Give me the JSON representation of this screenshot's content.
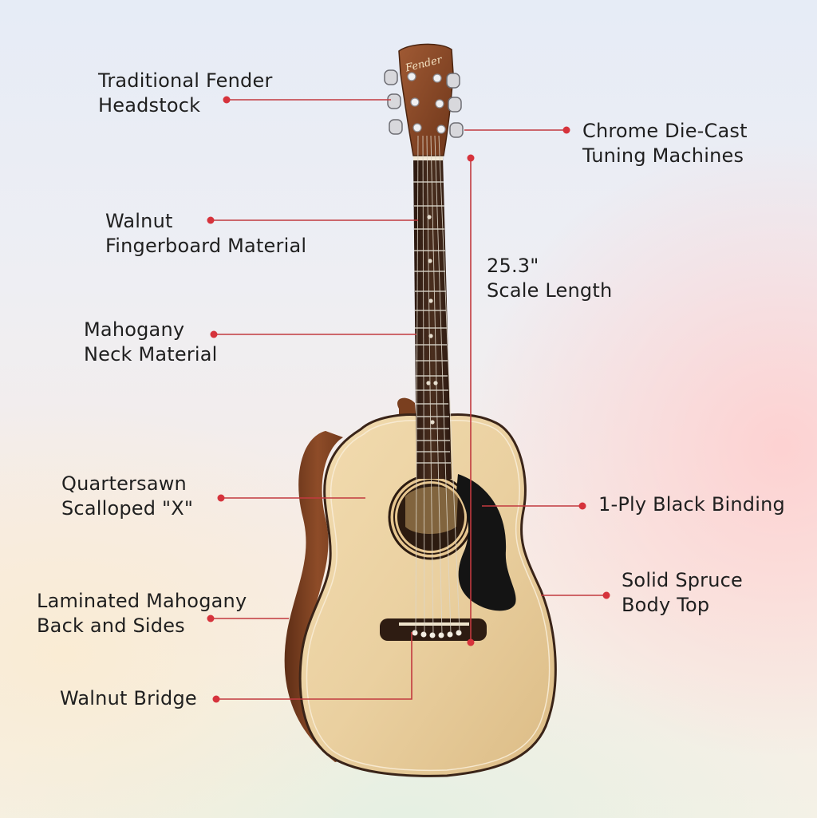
{
  "brand": {
    "headstock_logo": "Fender"
  },
  "callouts": {
    "headstock": {
      "line1": "Traditional Fender",
      "line2": "Headstock"
    },
    "tuners": {
      "line1": "Chrome Die-Cast",
      "line2": "Tuning Machines"
    },
    "fingerboard": {
      "line1": "Walnut",
      "line2": "Fingerboard Material"
    },
    "scale": {
      "line1": "25.3\"",
      "line2": "Scale Length"
    },
    "neck": {
      "line1": "Mahogany",
      "line2": "Neck Material"
    },
    "bracing": {
      "line1": "Quartersawn",
      "line2": "Scalloped \"X\""
    },
    "binding": {
      "line1": "1-Ply Black Binding"
    },
    "top": {
      "line1": "Solid Spruce",
      "line2": "Body Top"
    },
    "backsides": {
      "line1": "Laminated Mahogany",
      "line2": "Back and Sides"
    },
    "bridge": {
      "line1": "Walnut Bridge"
    }
  },
  "colors": {
    "accent_red": "#d6333c",
    "leader_line": "#c23a3f",
    "spruce_top": "#ecd2a2",
    "mahogany": "#8a4a26",
    "walnut": "#3a2418",
    "pickguard": "#141414"
  }
}
